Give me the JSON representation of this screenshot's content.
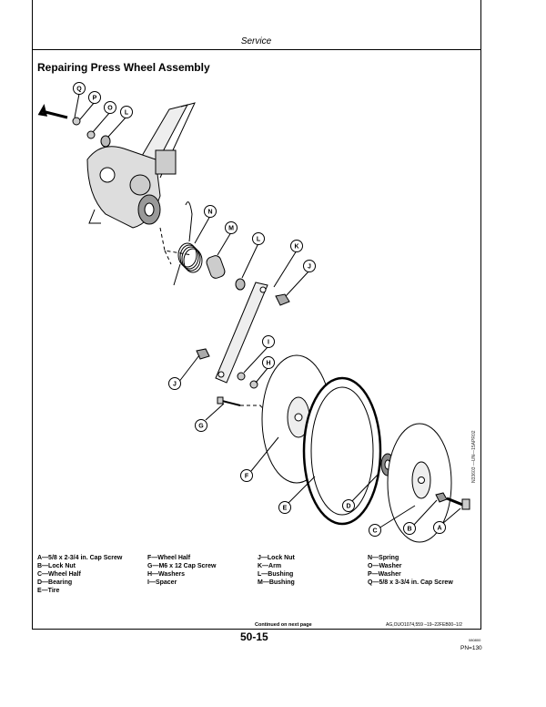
{
  "header": {
    "section": "Service"
  },
  "title": "Repairing Press Wheel Assembly",
  "figure": {
    "callouts": [
      "Q",
      "P",
      "O",
      "L",
      "N",
      "M",
      "L",
      "K",
      "J",
      "I",
      "H",
      "J",
      "G",
      "F",
      "E",
      "D",
      "C",
      "B",
      "A"
    ],
    "side_code": "N33603 —UN—15APR02"
  },
  "legend": {
    "col1": [
      "A—5/8 x 2-3/4 in. Cap Screw",
      "B—Lock Nut",
      "C—Wheel Half",
      "D—Bearing",
      "E—Tire"
    ],
    "col2": [
      "F—Wheel Half",
      "G—M6 x 12 Cap Screw",
      "H—Washers",
      "I—Spacer"
    ],
    "col3": [
      "J—Lock Nut",
      "K—Arm",
      "L—Bushing",
      "M—Bushing"
    ],
    "col4": [
      "N—Spring",
      "O—Washer",
      "P—Washer",
      "Q—5/8 x 3-3/4 in. Cap Screw"
    ]
  },
  "footer": {
    "continued": "Continued on next page",
    "code": "AG,OUO1074,559 –19–22FEB00–1/2",
    "page": "50-15",
    "small_code": "080800",
    "pn": "PN=130"
  }
}
